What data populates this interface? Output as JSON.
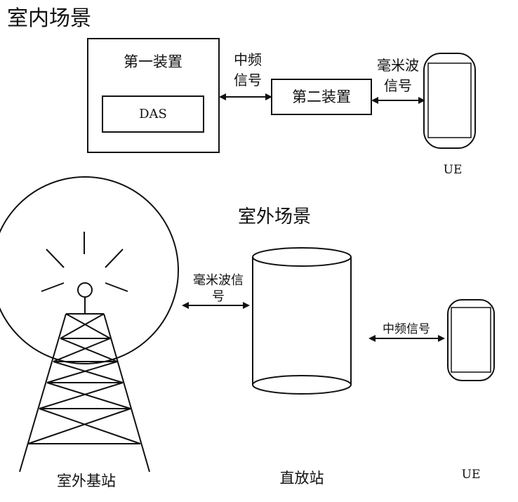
{
  "indoor": {
    "title": "室内场景",
    "first_device": "第一装置",
    "das": "DAS",
    "if_signal_line1": "中频",
    "if_signal_line2": "信号",
    "second_device": "第二装置",
    "mmwave_line1": "毫米波",
    "mmwave_line2": "信号",
    "ue": "UE"
  },
  "outdoor": {
    "title": "室外场景",
    "mmwave_line1": "毫米波信",
    "mmwave_line2": "号",
    "if_signal": "中频信号",
    "base_station": "室外基站",
    "repeater": "直放站",
    "ue": "UE"
  }
}
